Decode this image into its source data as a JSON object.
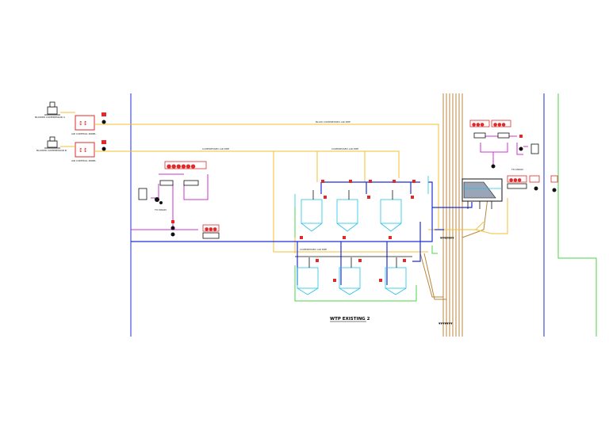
{
  "drawing": {
    "title": "WTP EXISTING 2",
    "equipment_labels": {
      "blower_a": "BLOWER COMPRESSOR A",
      "blower_b": "BLOWER COMPRESSOR B",
      "panel_a": "AIR CONTROL PANEL",
      "panel_b": "AIR CONTROL PANEL",
      "line_top": "BLOW COMPRESSED AIR PIPE",
      "line_mid_left": "COMPRESSED AIR PIPE",
      "line_mid_right": "COMPRESSED AIR PIPE",
      "to_drain_left": "TO DRAIN",
      "to_drain_right": "TO DRAIN",
      "lower_header": "COMPRESSED AIR PIPE"
    },
    "colors": {
      "yellow": "#f2c232",
      "blue": "#1f2fd6",
      "magenta": "#cc33cc",
      "green": "#4ad44a",
      "cyan": "#22c3e6",
      "brown": "#b8863b",
      "red": "#e02a2a",
      "black": "#111111"
    }
  }
}
